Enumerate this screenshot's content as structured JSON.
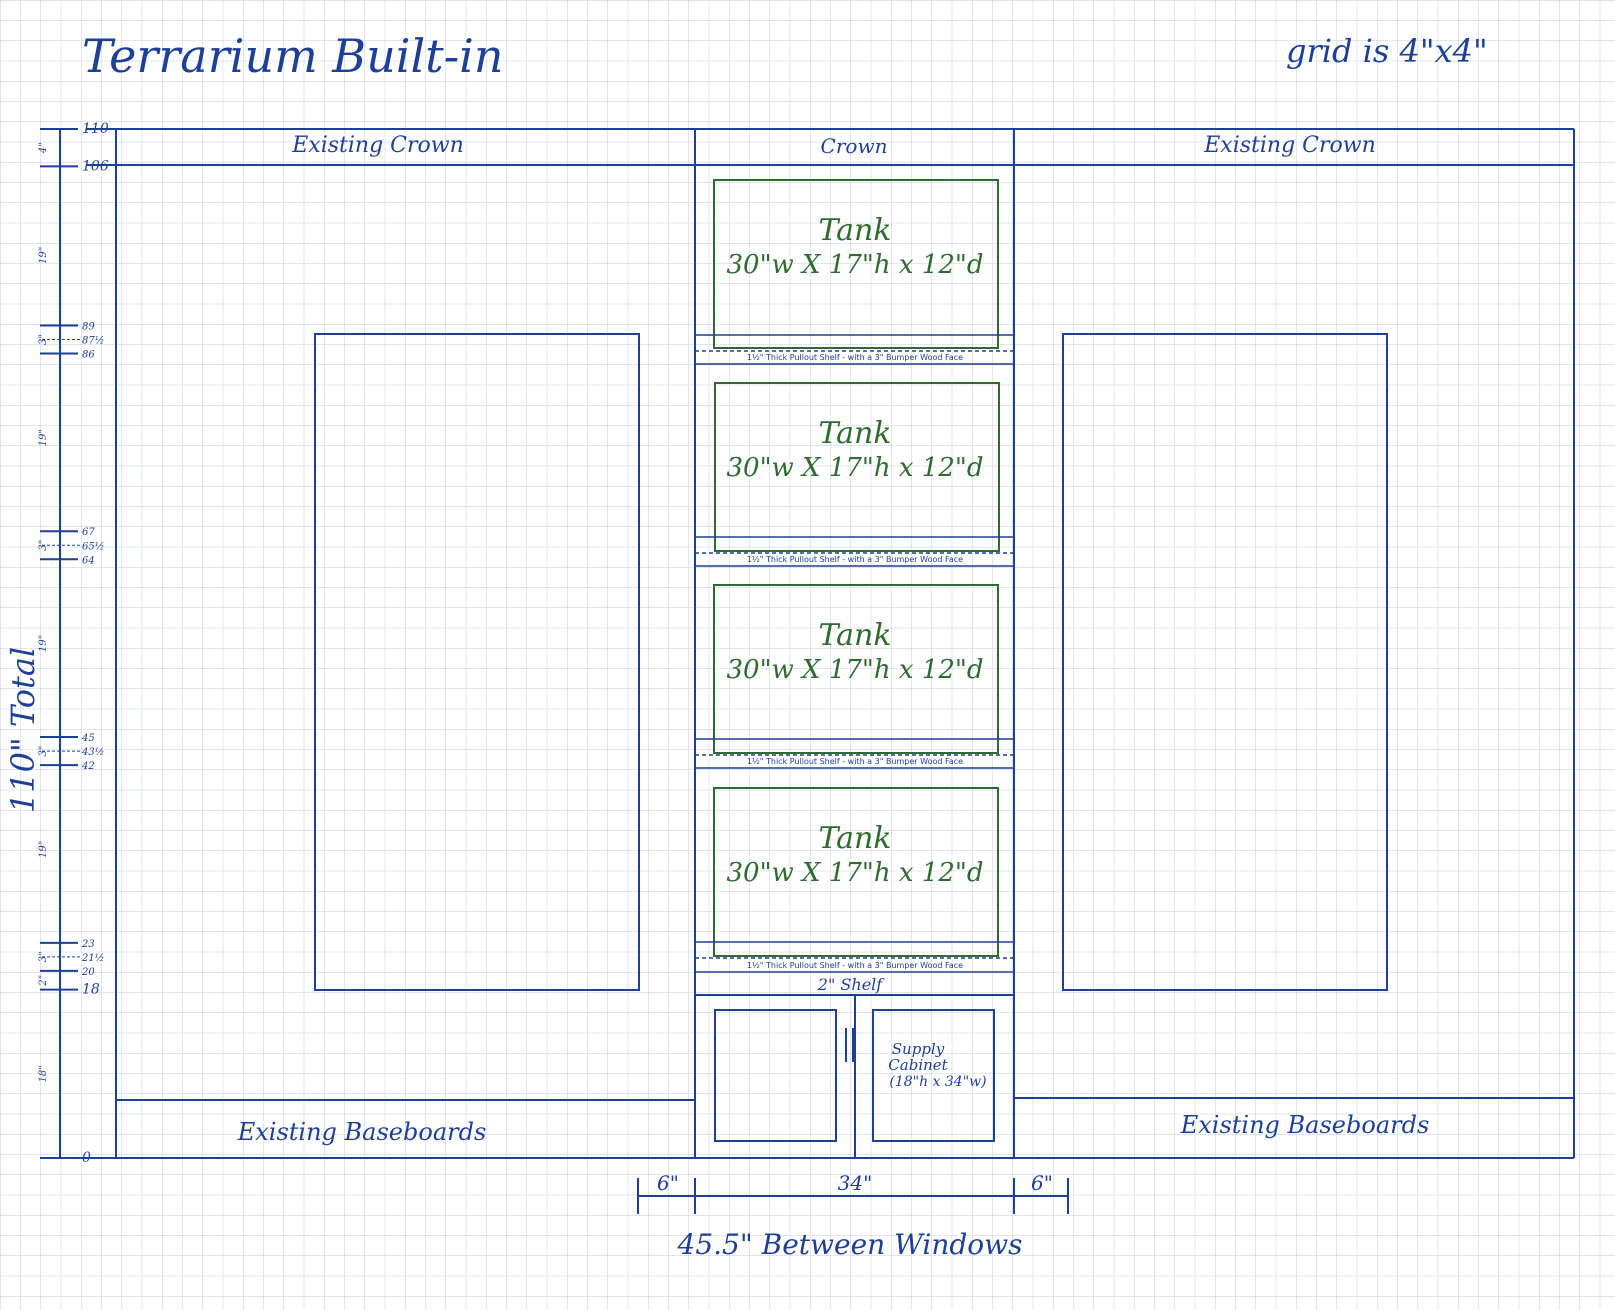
{
  "title": "Terrarium Built-in",
  "grid_note": "grid is 4\"x4\"",
  "crown": {
    "left": "Existing Crown",
    "center": "Crown",
    "right": "Existing Crown"
  },
  "baseboards": {
    "left": "Existing Baseboards",
    "right": "Existing Baseboards"
  },
  "tanks": [
    {
      "label": "Tank",
      "dims": "30\"w X 17\"h x 12\"d"
    },
    {
      "label": "Tank",
      "dims": "30\"w X 17\"h x 12\"d"
    },
    {
      "label": "Tank",
      "dims": "30\"w X 17\"h x 12\"d"
    },
    {
      "label": "Tank",
      "dims": "30\"w X 17\"h x 12\"d"
    }
  ],
  "shelf_note": "1½\" Thick Pullout Shelf - with a 3\" Bumper Wood Face",
  "bottom_shelf": "2\" Shelf",
  "cabinet": {
    "line1": "Supply",
    "line2": "Cabinet",
    "line3": "(18\"h x 34\"w)"
  },
  "height_scale": {
    "total_label": "110\" Total",
    "ticks": [
      "110",
      "106",
      "89",
      "87½",
      "86",
      "67",
      "65½",
      "64",
      "45",
      "43½",
      "42",
      "23",
      "21½",
      "20",
      "18",
      "0"
    ],
    "segments": [
      "4\"",
      "19\"",
      "3\"",
      "19\"",
      "3\"",
      "19\"",
      "3\"",
      "19\"",
      "3\"",
      "2\"",
      "18\""
    ]
  },
  "bottom_dims": {
    "left": "6\"",
    "center": "34\"",
    "right": "6\""
  },
  "between_windows": "45.5\" Between Windows",
  "colors": {
    "ink": "#1d3f96",
    "tank_ink": "#2f6b2f",
    "grid": "#c3cede"
  }
}
